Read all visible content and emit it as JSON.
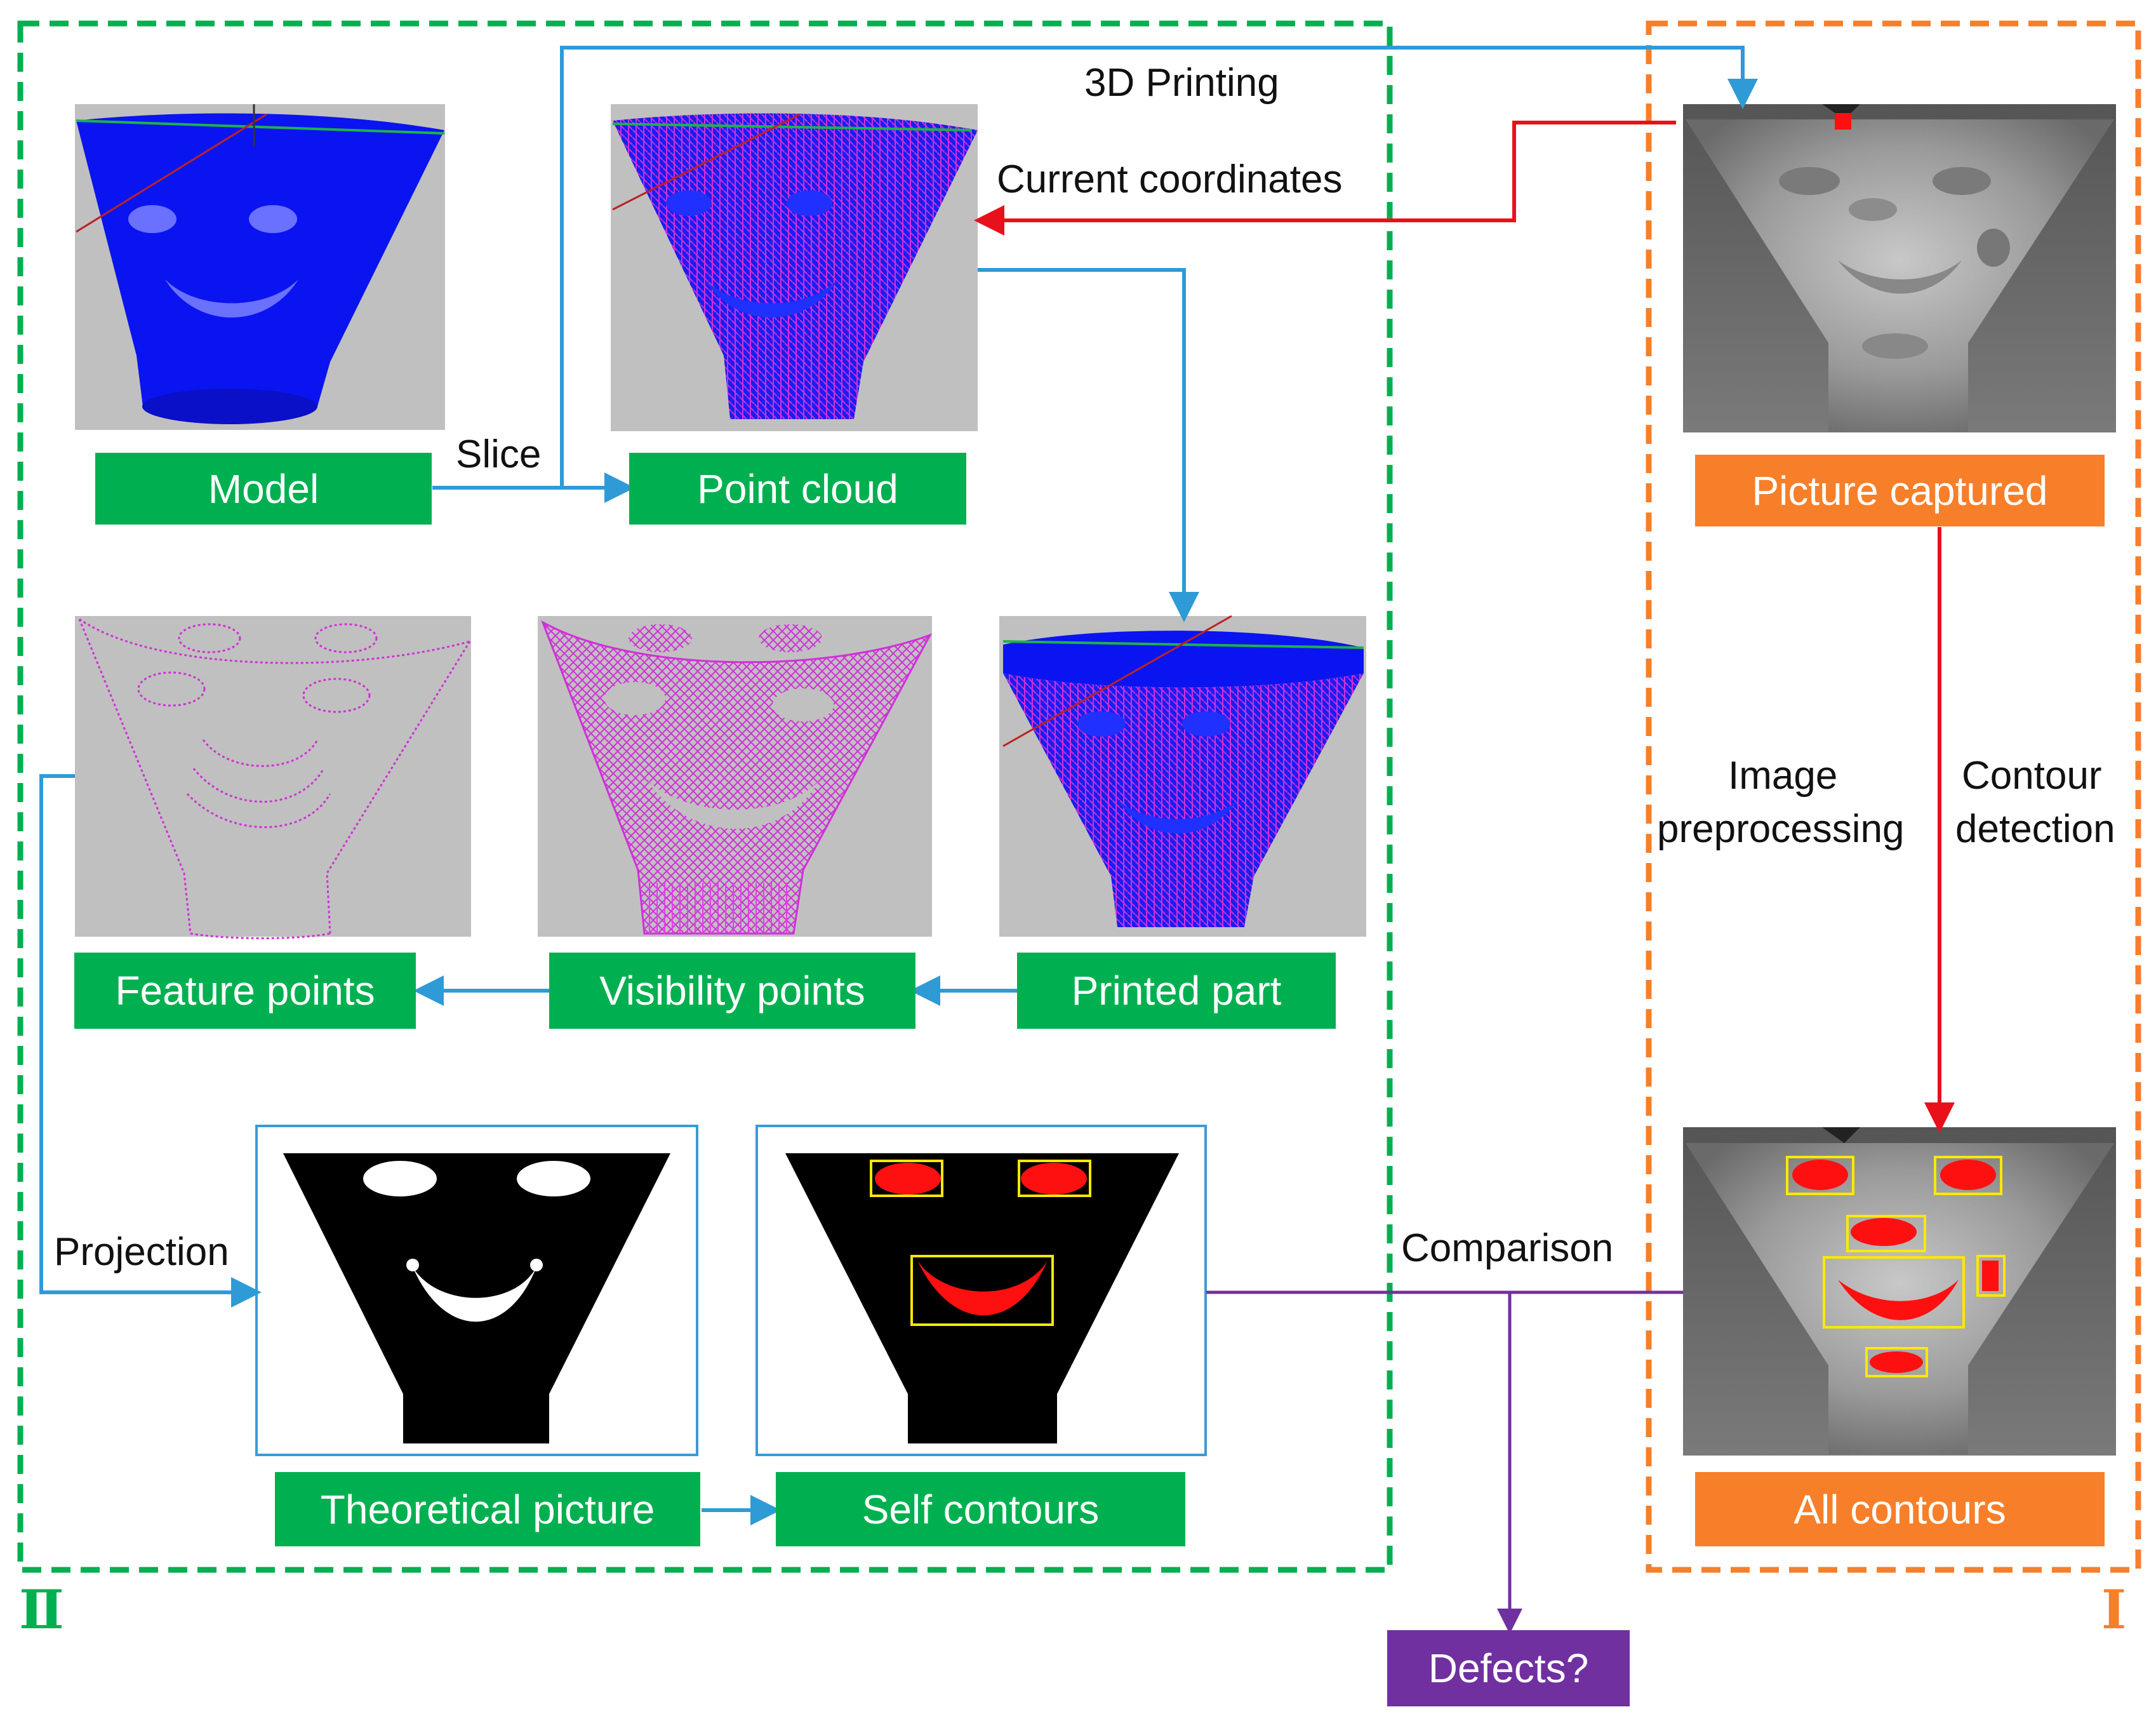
{
  "colors": {
    "green": "#00b050",
    "orange": "#f77f2a",
    "purple": "#7030a0",
    "blue_arrow": "#2e9bd6",
    "red_arrow": "#e8111b",
    "panel_gray": "#c0c0c0",
    "model_blue": "#0a14f0",
    "point_magenta": "#d030d8",
    "frame_blue": "#3a9bd8"
  },
  "region_labels": {
    "left": "Ⅱ",
    "right": "Ⅰ"
  },
  "boxes": {
    "model": "Model",
    "point_cloud": "Point cloud",
    "picture_captured": "Picture captured",
    "feature_points": "Feature points",
    "visibility_points": "Visibility points",
    "printed_part": "Printed part",
    "theoretical_picture": "Theoretical picture",
    "self_contours": "Self contours",
    "all_contours": "All contours",
    "defects": "Defects?"
  },
  "edges": {
    "printing": "3D Printing",
    "current_coordinates": "Current coordinates",
    "slice": "Slice",
    "image_preprocessing_1": "Image",
    "image_preprocessing_2": "preprocessing",
    "contour_detection_1": "Contour",
    "contour_detection_2": "detection",
    "projection": "Projection",
    "comparison": "Comparison"
  },
  "images": {
    "model_render": "blue-cone-model",
    "point_cloud_render": "point-cloud-cone",
    "feature_points_render": "feature-points-outline",
    "visibility_points_render": "visibility-points-mesh",
    "printed_part_render": "printed-part-mixed",
    "theoretical_render": "theoretical-silhouette",
    "self_contours_render": "self-contours-boxes",
    "captured_photo": "captured-photo",
    "all_contours_photo": "all-contours-photo"
  }
}
